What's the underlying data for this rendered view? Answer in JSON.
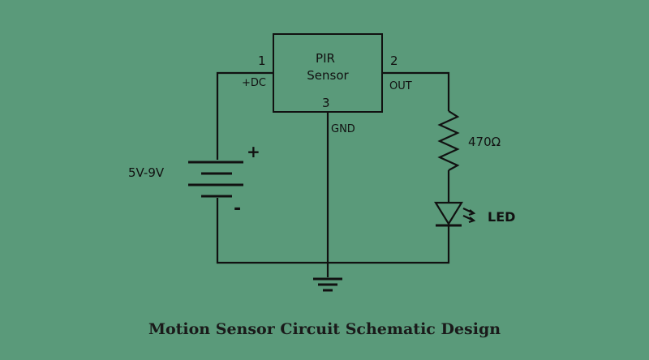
{
  "sensor": {
    "line1": "PIR",
    "line2": "Sensor"
  },
  "pins": {
    "p1_number": "1",
    "p1_label": "+DC",
    "p2_number": "2",
    "p2_label": "OUT",
    "p3_number": "3",
    "p3_label": "GND"
  },
  "battery": {
    "voltage": "5V-9V",
    "plus": "+",
    "minus": "-"
  },
  "resistor": {
    "value": "470Ω"
  },
  "led": {
    "label": "LED"
  },
  "caption": "Motion Sensor Circuit Schematic Design",
  "colors": {
    "background": "#5a9a7a",
    "ink": "#111111"
  }
}
